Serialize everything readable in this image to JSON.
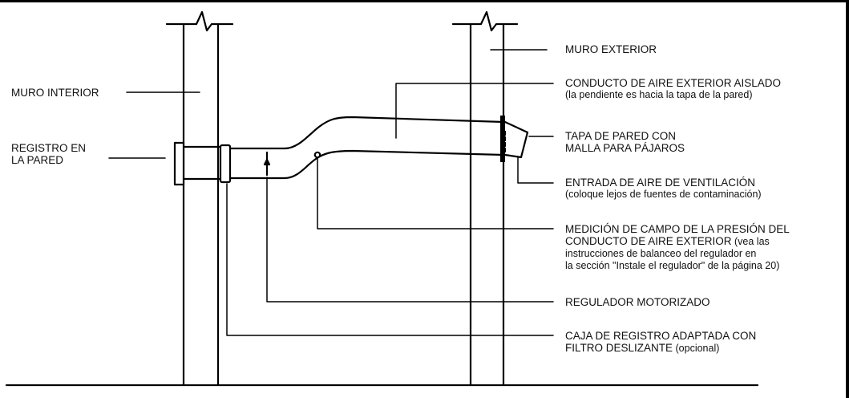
{
  "labels": {
    "muro_interior": "MURO INTERIOR",
    "registro_line1": "REGISTRO EN",
    "registro_line2": "LA PARED",
    "muro_exterior": "MURO EXTERIOR",
    "conducto_main": "CONDUCTO DE AIRE EXTERIOR AISLADO",
    "conducto_sub": "(la pendiente es hacia la tapa de la pared)",
    "tapa_line1": "TAPA DE PARED CON",
    "tapa_line2": "MALLA PARA PÁJAROS",
    "entrada_main": "ENTRADA DE AIRE DE VENTILACIÓN",
    "entrada_sub": "(coloque lejos de fuentes de contaminación)",
    "medicion_line1": "MEDICIÓN DE CAMPO DE LA PRESIÓN DEL",
    "medicion_line2_main": "CONDUCTO DE AIRE EXTERIOR",
    "medicion_line2_sub": " (vea las",
    "medicion_line3": "instrucciones de balanceo del regulador en",
    "medicion_line4": "la sección \"Instale el regulador\" de la página 20)",
    "regulador": "REGULADOR MOTORIZADO",
    "caja_line1": "CAJA DE REGISTRO ADAPTADA CON",
    "caja_line2_main": "FILTRO DESLIZANTE",
    "caja_line2_sub": " (opcional)"
  }
}
